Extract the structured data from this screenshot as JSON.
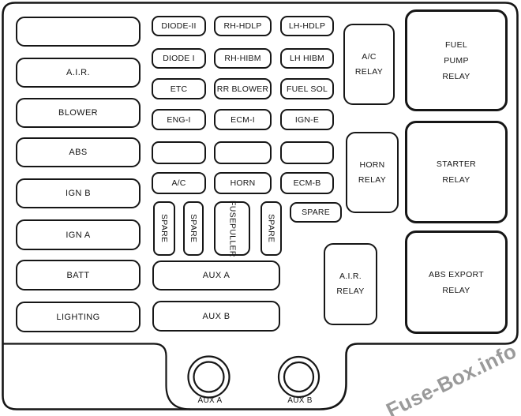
{
  "watermark": "Fuse-Box.info",
  "colors": {
    "line": "#161616",
    "background": "#ffffff",
    "watermark": "#9a9a9a"
  },
  "fuses": {
    "blank": "",
    "air": "A.I.R.",
    "blower": "BLOWER",
    "abs": "ABS",
    "ign_b": "IGN B",
    "ign_a": "IGN A",
    "batt": "BATT",
    "lighting": "LIGHTING",
    "diode_ii": "DIODE-II",
    "rh_hdlp": "RH-HDLP",
    "lh_hdlp": "LH-HDLP",
    "diode_i": "DIODE I",
    "rh_hibm": "RH-HIBM",
    "lh_hibm": "LH HIBM",
    "etc": "ETC",
    "rr_blower": "RR BLOWER",
    "fuel_sol": "FUEL SOL",
    "eng_i": "ENG-I",
    "ecm_i": "ECM-I",
    "ign_e": "IGN-E",
    "ac": "A/C",
    "horn": "HORN",
    "ecm_b": "ECM-B",
    "spare": "SPARE",
    "fuse_puller": {
      "l1": "FUSE",
      "l2": "PULLER"
    },
    "aux_a": "AUX A",
    "aux_b": "AUX B"
  },
  "relays": {
    "ac": {
      "l1": "A/C",
      "l2": "RELAY"
    },
    "fuel_pump": {
      "l1": "FUEL",
      "l2": "PUMP",
      "l3": "RELAY"
    },
    "horn": {
      "l1": "HORN",
      "l2": "RELAY"
    },
    "starter": {
      "l1": "STARTER",
      "l2": "RELAY"
    },
    "air": {
      "l1": "A.I.R.",
      "l2": "RELAY"
    },
    "abs_export": {
      "l1": "ABS EXPORT",
      "l2": "RELAY"
    }
  },
  "ports": {
    "aux_a": "AUX A",
    "aux_b": "AUX B"
  }
}
